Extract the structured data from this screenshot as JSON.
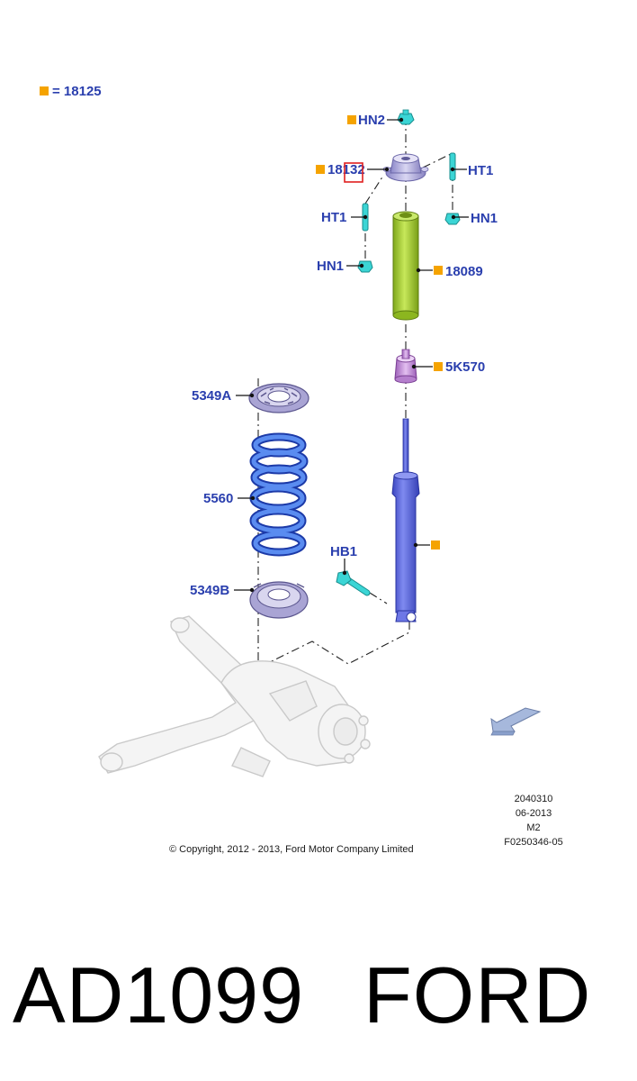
{
  "legend": {
    "marker_text": "= 18125"
  },
  "labels": {
    "hn2": "HN2",
    "p18132": "18132",
    "ht1_right": "HT1",
    "ht1_left": "HT1",
    "hn1_right": "HN1",
    "hn1_left": "HN1",
    "p18089": "18089",
    "p5k570": "5K570",
    "p5349a": "5349A",
    "p5560": "5560",
    "p5349b": "5349B",
    "hb1": "HB1"
  },
  "footer": {
    "copyright": "© Copyright, 2012 - 2013, Ford Motor Company Limited",
    "code_lines": [
      "2040310",
      "06-2013",
      "M2",
      "F0250346-05"
    ]
  },
  "caption": {
    "part_number": "AD1099",
    "brand": "FORD"
  },
  "colors": {
    "label_blue": "#2a3fae",
    "marker_orange": "#f5a300",
    "dust_boot_green": "#9fcf2a",
    "bump_stop_purple": "#c89ad8",
    "spring_blue": "#3b68d8",
    "shock_blue": "#5563e0",
    "fastener_cyan": "#3bd5d5",
    "highlight_red": "#e02020"
  }
}
